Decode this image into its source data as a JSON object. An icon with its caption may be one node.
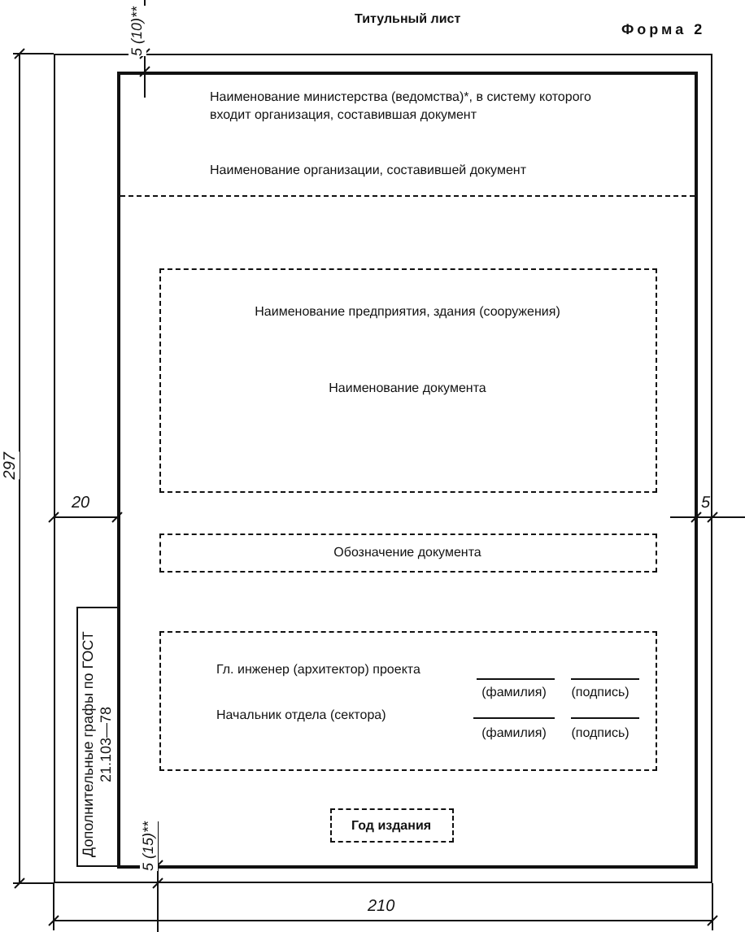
{
  "diagram": {
    "nodes": [
      {
        "text": [],
        "shape": "box"
      },
      {
        "text": [],
        "shape": "box",
        "in": 0
      },
      {
        "text": [
          "Наименование министерства (ведомства)*, в систему которого входит организация, составившая документ",
          "Наименование организации, составившей документ"
        ],
        "in": 1
      },
      {
        "text": [
          "Наименование предприятия, здания (сооружения)",
          "Наименование документа"
        ],
        "in": 1
      },
      {
        "text": [
          "Обозначение документа"
        ],
        "in": 1
      },
      {
        "text": [
          "Гл. инженер (архитектор) проекта",
          "(фамилия)",
          "(подпись)",
          "Начальник отдела (сектора)",
          "(фамилия)",
          "(подпись)"
        ],
        "in": 1
      },
      {
        "text": [
          "Год издания"
        ],
        "in": 1
      },
      {
        "text": [
          "Дополнительные графы по ГОСТ 21.103—78"
        ],
        "in": 0
      }
    ],
    "edges": [],
    "labels": [
      "Титульный лист",
      "Форма 2",
      "5 (10)**",
      "297",
      "20",
      "5",
      "5 (15)**",
      "210"
    ]
  }
}
